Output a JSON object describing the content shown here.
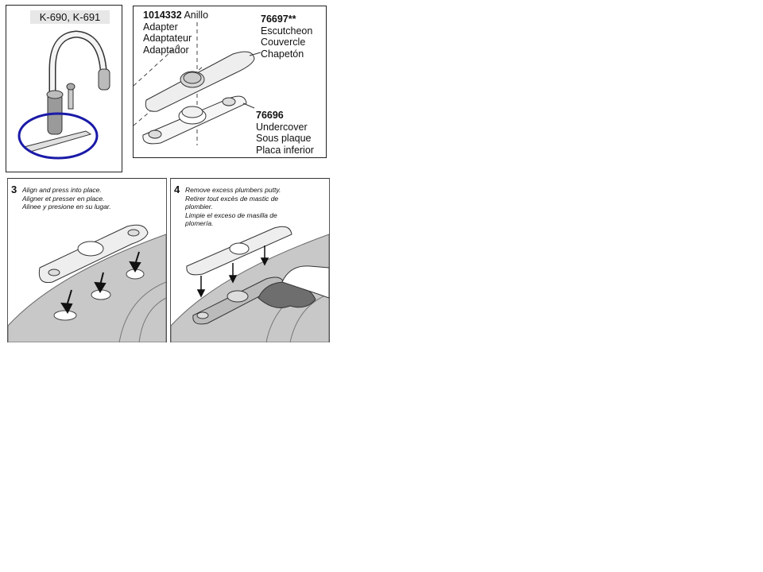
{
  "faucet_panel": {
    "model_label": "K-690, K-691"
  },
  "parts_panel": {
    "adapter": {
      "part_number": "1014332",
      "names": [
        "Anillo",
        "Adapter",
        "Adaptateur",
        "Adaptador"
      ]
    },
    "escutcheon": {
      "part_number": "76697**",
      "names": [
        "Escutcheon",
        "Couvercle",
        "Chapetón"
      ]
    },
    "undercover": {
      "part_number": "76696",
      "names": [
        "Undercover",
        "Sous plaque",
        "Placa inferior"
      ]
    }
  },
  "steps": [
    {
      "number": "3",
      "lines": [
        "Align and press into place.",
        "Aligner et presser en place.",
        "Alinee y presione en su lugar."
      ]
    },
    {
      "number": "4",
      "lines": [
        "Remove excess plumbers putty.",
        "Retirer tout excès de mastic de",
        "plombier.",
        "Limpie el exceso de masilla de",
        "plomería."
      ]
    }
  ],
  "colors": {
    "highlight_ellipse": "#1a1aa8",
    "countertop": "#c8c8c8"
  }
}
